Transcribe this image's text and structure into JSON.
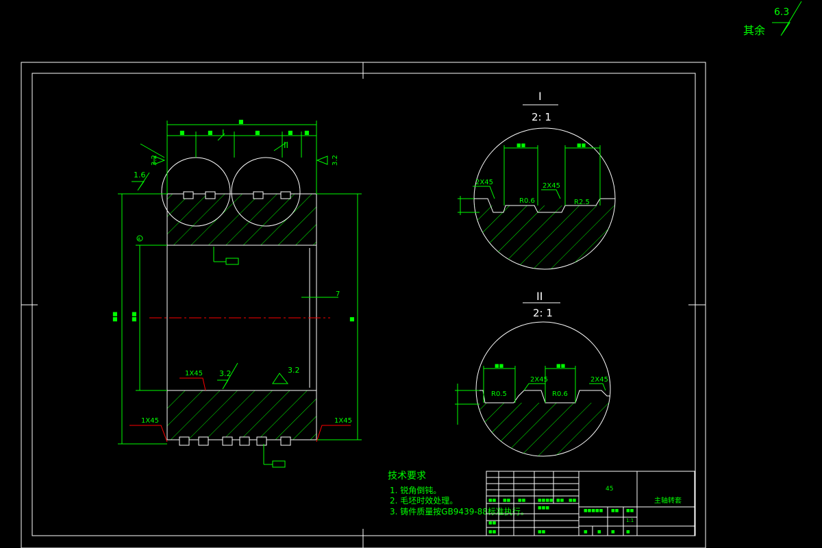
{
  "colors": {
    "background": "#000000",
    "frame": "#ffffff",
    "dimension": "#00ff00",
    "hatch": "#00ff00",
    "centerline": "#ff0000",
    "text": "#00ff00"
  },
  "surface_finish_note": {
    "label": "其余",
    "value": "6.3"
  },
  "main_view": {
    "roughness": [
      "1.6",
      "3.2",
      "3.2",
      "3.2",
      "3.2"
    ],
    "chamfers": [
      "1X45",
      "1X45",
      "1X45"
    ],
    "detail_markers": [
      "I",
      "II"
    ],
    "dimension_small": [
      "7"
    ],
    "datum": "A"
  },
  "detail_1": {
    "marker": "I",
    "scale": "2: 1",
    "chamfers": [
      "2X45",
      "2X45"
    ],
    "radii": [
      "R0.6",
      "R2.5"
    ]
  },
  "detail_2": {
    "marker": "II",
    "scale": "2: 1",
    "chamfers": [
      "2X45",
      "2X45"
    ],
    "radii": [
      "R0.5",
      "R0.6"
    ]
  },
  "technical_requirements": {
    "title": "技术要求",
    "items": [
      "1. 锐角倒钝。",
      "2. 毛坯时效处理。",
      "3. 铸件质量按GB9439-88标准执行。"
    ]
  },
  "title_block": {
    "material": "45",
    "part_name": "主轴转套",
    "scale": "1:1"
  }
}
